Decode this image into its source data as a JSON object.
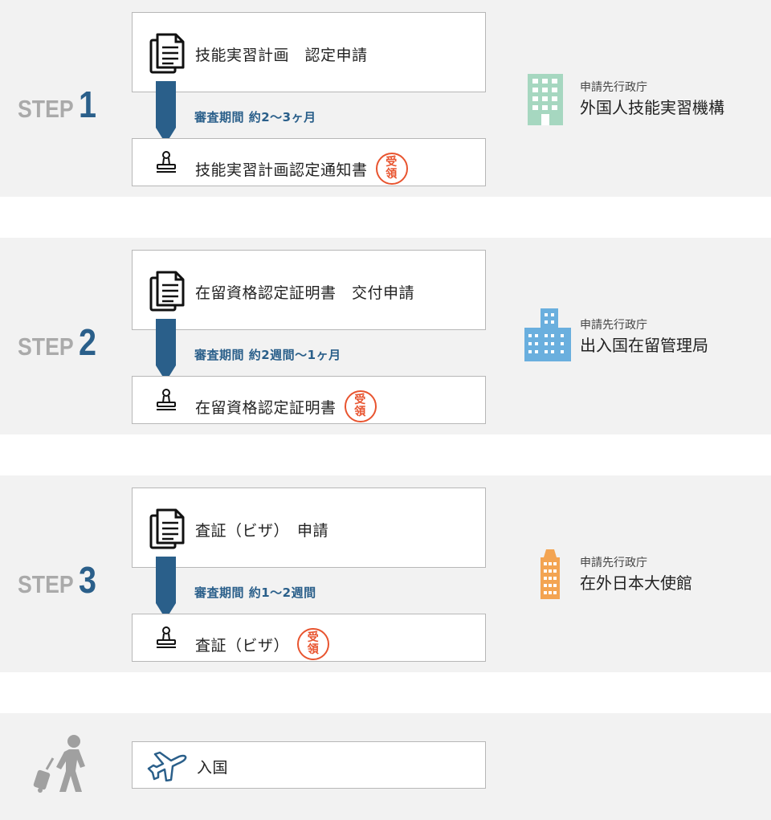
{
  "colors": {
    "band": "#f2f2f2",
    "accent": "#2a5f8a",
    "step_gray": "#aaaaaa",
    "seal": "#e8542f",
    "agency_green": "#a6d7c0",
    "agency_blue": "#6aafde",
    "agency_orange": "#f3a452"
  },
  "seal_text": {
    "top": "受",
    "bottom": "領"
  },
  "steps": [
    {
      "step_word": "STEP",
      "step_number": "1",
      "application": "技能実習計画　認定申請",
      "period": "審査期間 約2〜3ヶ月",
      "result": "技能実習計画認定通知書",
      "agency_sub": "申請先行政庁",
      "agency_name": "外国人技能実習機構",
      "agency_icon": "office-building-icon"
    },
    {
      "step_word": "STEP",
      "step_number": "2",
      "application": "在留資格認定証明書　交付申請",
      "period": "審査期間 約2週間〜1ヶ月",
      "result": "在留資格認定証明書",
      "agency_sub": "申請先行政庁",
      "agency_name": "出入国在留管理局",
      "agency_icon": "city-buildings-icon"
    },
    {
      "step_word": "STEP",
      "step_number": "3",
      "application": "査証（ビザ）　申請",
      "period": "審査期間 約1〜2週間",
      "result": "査証（ビザ）",
      "agency_sub": "申請先行政庁",
      "agency_name": "在外日本大使館",
      "agency_icon": "embassy-tower-icon"
    }
  ],
  "entry": {
    "label": "入国",
    "traveler_icon": "traveler-with-suitcase-icon",
    "plane_icon": "airplane-icon"
  }
}
